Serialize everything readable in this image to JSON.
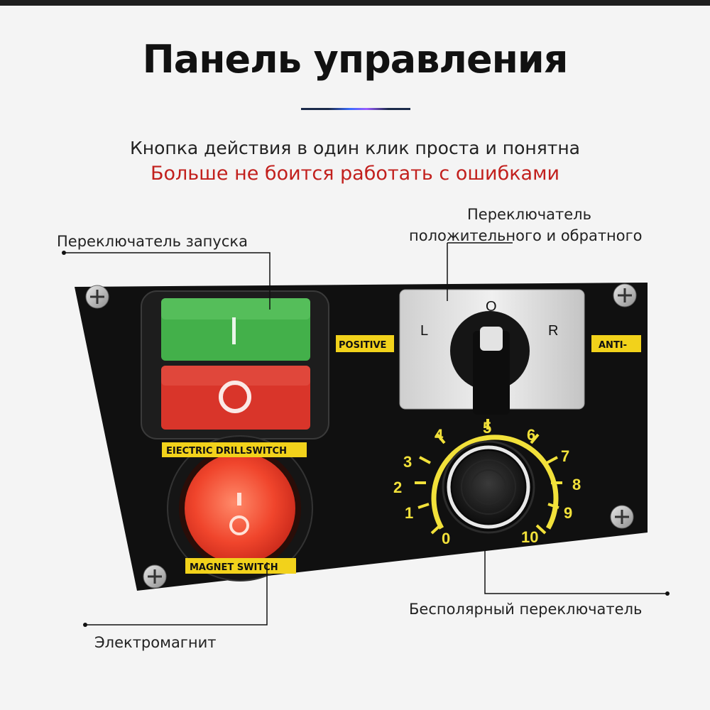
{
  "header": {
    "title": "Панель управления",
    "subtitle": "Кнопка действия в один клик проста и понятна",
    "highlight": "Больше не боится работать с ошибками"
  },
  "callouts": {
    "start_switch": "Переключатель запуска",
    "reverse_switch_line1": "Переключатель",
    "reverse_switch_line2": "положительного и обратного",
    "stepless_switch": "Бесполярный переключатель",
    "electromagnet": "Электромагнит"
  },
  "panel": {
    "labels": {
      "positive": "POSITIVE",
      "anti": "ANTI-",
      "drill_switch": "EIECTRIC DRILLSWITCH",
      "magnet_switch": "MAGNET SWITCH"
    },
    "rotary": {
      "left": "L",
      "center": "O",
      "right": "R"
    },
    "dial_numbers": [
      "0",
      "1",
      "2",
      "3",
      "4",
      "5",
      "6",
      "7",
      "8",
      "9",
      "10"
    ],
    "colors": {
      "panel": "#101010",
      "label_bg": "#f2d21b",
      "green": "#43b04a",
      "red": "#d9352a",
      "dial": "#f2e13a"
    }
  }
}
